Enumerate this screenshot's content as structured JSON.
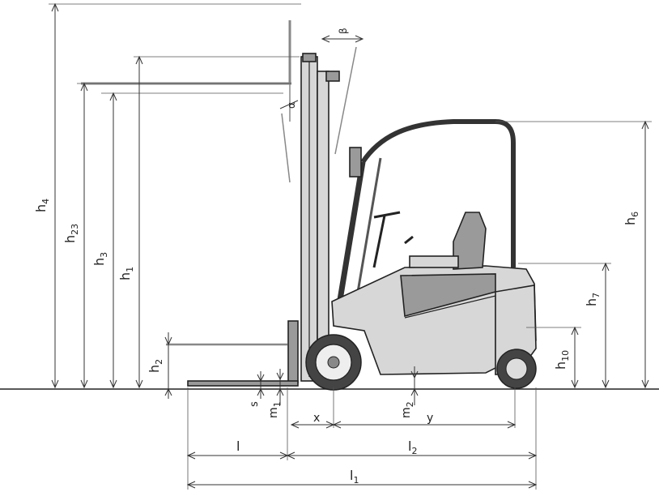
{
  "labels": {
    "h4": {
      "main": "h",
      "sub": "4"
    },
    "h23": {
      "main": "h",
      "sub": "23"
    },
    "h3": {
      "main": "h",
      "sub": "3"
    },
    "h1": {
      "main": "h",
      "sub": "1"
    },
    "h2": {
      "main": "h",
      "sub": "2"
    },
    "h6": {
      "main": "h",
      "sub": "6"
    },
    "h7": {
      "main": "h",
      "sub": "7"
    },
    "h10": {
      "main": "h",
      "sub": "10"
    },
    "s": {
      "main": "s"
    },
    "m1": {
      "main": "m",
      "sub": "1"
    },
    "m2": {
      "main": "m",
      "sub": "2"
    },
    "x": {
      "main": "x"
    },
    "y": {
      "main": "y"
    },
    "l": {
      "main": "l"
    },
    "l2": {
      "main": "l",
      "sub": "2"
    },
    "l1": {
      "main": "l",
      "sub": "1"
    },
    "alpha": {
      "main": "α"
    },
    "beta": {
      "main": "β"
    }
  }
}
